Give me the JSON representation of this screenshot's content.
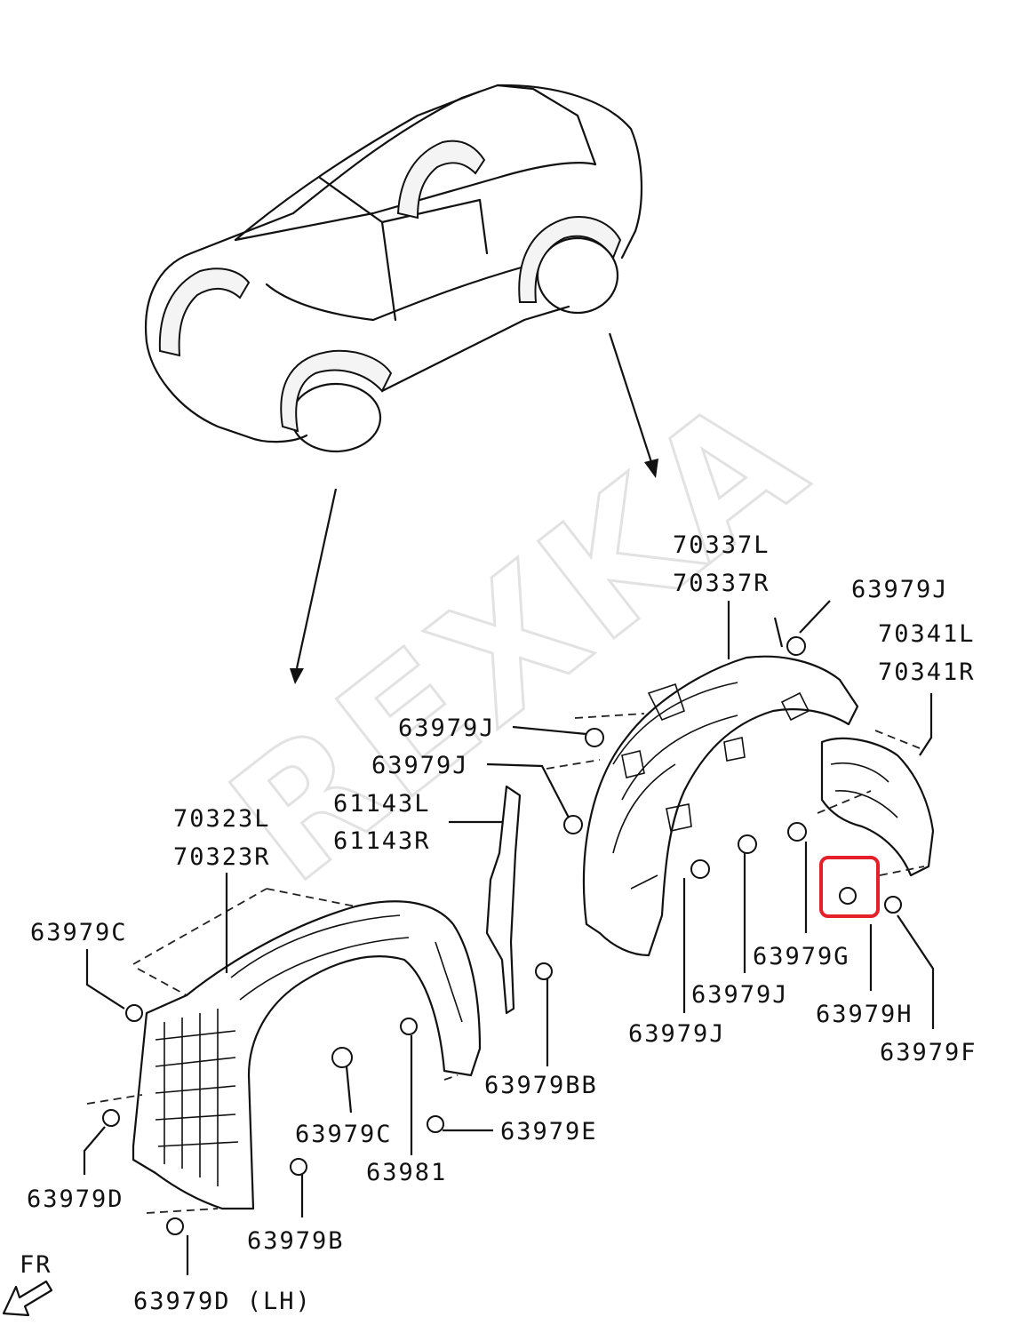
{
  "watermark": "REXKA",
  "direction_label": "FR",
  "highlighted_part": "63979H",
  "highlight_color": "#e5202a",
  "labels": {
    "p70337L": "70337L",
    "p70337R": "70337R",
    "p63979J_top": "63979J",
    "p70341L": "70341L",
    "p70341R": "70341R",
    "p63979J_a": "63979J",
    "p63979J_b": "63979J",
    "p61143L": "61143L",
    "p61143R": "61143R",
    "p70323L": "70323L",
    "p70323R": "70323R",
    "p63979C_left": "63979C",
    "p63979G": "63979G",
    "p63979J_c": "63979J",
    "p63979H": "63979H",
    "p63979J_d": "63979J",
    "p63979F": "63979F",
    "p63979BB": "63979BB",
    "p63979E": "63979E",
    "p63979C_mid": "63979C",
    "p63981": "63981",
    "p63979D": "63979D",
    "p63979B": "63979B",
    "p63979D_LH": "63979D (LH)"
  }
}
